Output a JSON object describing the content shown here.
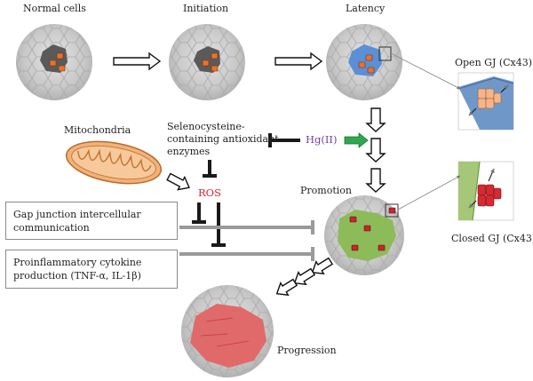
{
  "stages": {
    "normal": "Normal cells",
    "initiation": "Initiation",
    "latency": "Latency",
    "promotion": "Promotion",
    "progression": "Progression"
  },
  "junctions": {
    "open": "Open GJ (Cx43)",
    "closed": "Closed GJ (Cx43)"
  },
  "mitochondria": "Mitochondria",
  "antioxidant": {
    "line1": "Selenocysteine-",
    "line2": "containing antioxidant",
    "line3": "enzymes"
  },
  "ros": "ROS",
  "hg": "Hg(II)",
  "boxes": {
    "gap_line1": "Gap junction intercellular",
    "gap_line2": "communication",
    "cyto_line1": "Proinflammatory cytokine",
    "cyto_line2": "production (TNF-α, IL-1β)"
  },
  "colors": {
    "ros": "#e0212b",
    "hg": "#7a3fa3",
    "hg_arrow": "#2fa84f",
    "latency_cell": "#5b8fd6",
    "promotion_cell": "#8dbb5a",
    "progression_cell": "#e06a6a",
    "connexin": "#e8722b"
  }
}
